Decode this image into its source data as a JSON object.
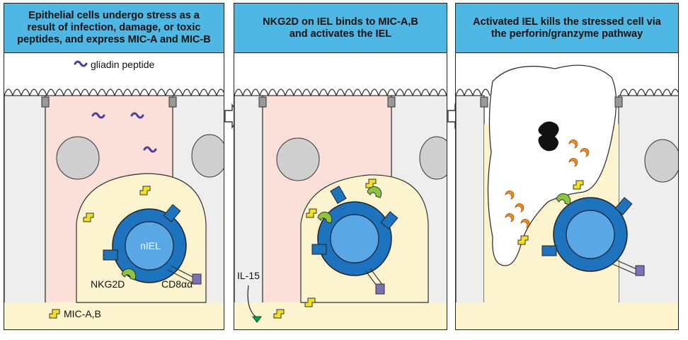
{
  "panels": [
    {
      "title": "Epithelial cells undergo stress as a\nresult of infection, damage, or toxic\npeptides, and express MIC-A and MIC-B",
      "labels": {
        "gliadin": "gliadin peptide",
        "niel": "nIEL",
        "nkg2d": "NKG2D",
        "cd8": "CD8αα",
        "mic": "MIC-A,B"
      }
    },
    {
      "title": "NKG2D on IEL binds to MIC-A,B\nand activates the IEL",
      "labels": {
        "il15": "IL-15"
      }
    },
    {
      "title": "Activated IEL kills the stressed cell via\nthe perforin/granzyme pathway",
      "labels": {}
    }
  ],
  "colors": {
    "header": "#4fb7e3",
    "stressed_cell": "#fbe0d9",
    "iel_cytoplasm": "#fcf4cf",
    "neighbor_cell": "#eeeeee",
    "iel_nucleus": "#1e73be",
    "mic": "#f2e020",
    "nkg2d": "#8cc63e",
    "cd8": "#7a73b8",
    "gliadin": "#4c3f98",
    "granzyme": "#f08a24",
    "il15": "#00a651"
  }
}
